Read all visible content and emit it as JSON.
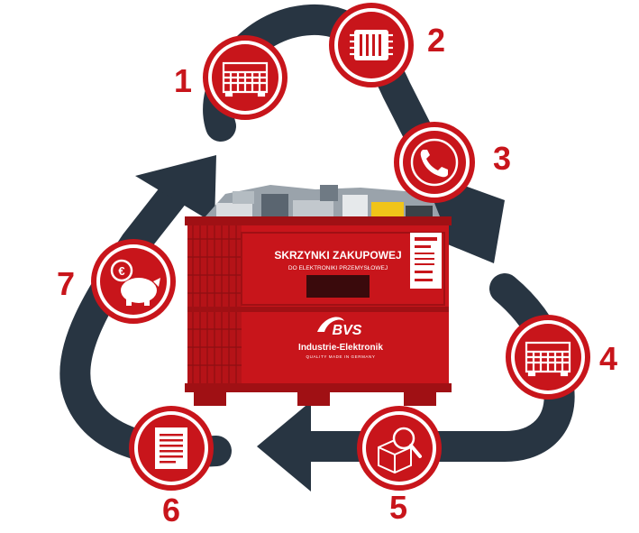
{
  "colors": {
    "accent_red": "#c8151b",
    "dark_red": "#a01014",
    "arrow_navy": "#283542",
    "white": "#ffffff"
  },
  "steps": [
    {
      "number": "1",
      "icon": "crate-grid-icon"
    },
    {
      "number": "2",
      "icon": "chip-icon"
    },
    {
      "number": "3",
      "icon": "phone-icon"
    },
    {
      "number": "4",
      "icon": "crate-grid-icon"
    },
    {
      "number": "5",
      "icon": "inspect-box-icon"
    },
    {
      "number": "6",
      "icon": "document-icon"
    },
    {
      "number": "7",
      "icon": "piggy-bank-euro-icon"
    }
  ],
  "crate": {
    "title": "SKRZYNKI ZAKUPOWEJ",
    "subtitle": "DO ELEKTRONIKI PRZEMYSŁOWEJ",
    "logo_mark": "BVS",
    "brand_name": "Industrie-Elektronik",
    "tagline": "QUALITY MADE IN GERMANY"
  }
}
